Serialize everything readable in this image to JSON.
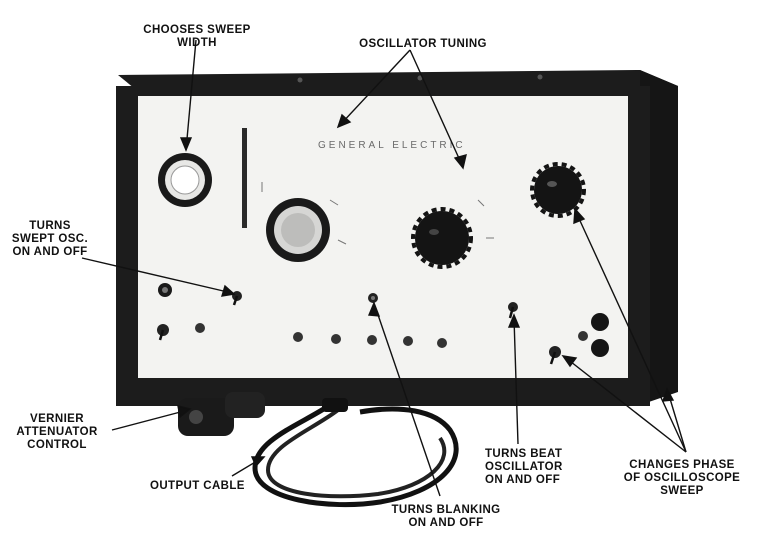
{
  "figure": {
    "brand_label": "GENERAL ELECTRIC",
    "colors": {
      "cabinet": "#1c1c1c",
      "panel": "#f3f3f1",
      "ink": "#111111",
      "knob": "#141414"
    }
  },
  "callouts": {
    "sweep_width": [
      "CHOOSES SWEEP",
      "WIDTH"
    ],
    "oscillator_tuning": [
      "OSCILLATOR TUNING"
    ],
    "swept_osc": [
      "TURNS",
      "SWEPT OSC.",
      "ON AND OFF"
    ],
    "vernier": [
      "VERNIER",
      "ATTENUATOR",
      "CONTROL"
    ],
    "output_cable": [
      "OUTPUT CABLE"
    ],
    "blanking": [
      "TURNS BLANKING",
      "ON AND OFF"
    ],
    "beat_osc": [
      "TURNS BEAT",
      "OSCILLATOR",
      "ON AND OFF"
    ],
    "phase": [
      "CHANGES PHASE",
      "OF OSCILLOSCOPE",
      "SWEEP"
    ]
  }
}
